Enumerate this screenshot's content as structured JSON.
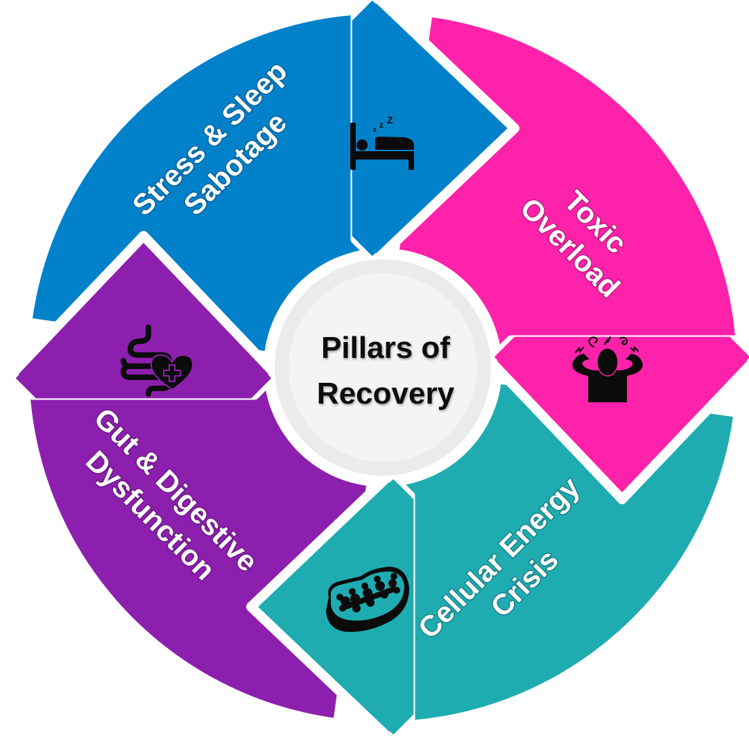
{
  "center": {
    "title_line1": "Pillars of",
    "title_line2": "Recovery",
    "fill_color": "#f4f4f4",
    "ring_color": "#ebebeb"
  },
  "segments": [
    {
      "id": "stress-sleep",
      "label_line1": "Stress & Sleep",
      "label_line2": "Sabotage",
      "color": "#0281cb",
      "icon": "sleeping-in-bed-icon"
    },
    {
      "id": "toxic-overload",
      "label_line1": "Toxic",
      "label_line2": "Overload",
      "color": "#fe22aa",
      "icon": "stressed-person-icon"
    },
    {
      "id": "cellular-energy",
      "label_line1": "Cellular Energy",
      "label_line2": "Crisis",
      "color": "#1eacb1",
      "icon": "mitochondria-icon"
    },
    {
      "id": "gut-digestive",
      "label_line1": "Gut & Digestive",
      "label_line2": "Dysfunction",
      "color": "#8d1fae",
      "icon": "intestine-heart-icon"
    }
  ]
}
